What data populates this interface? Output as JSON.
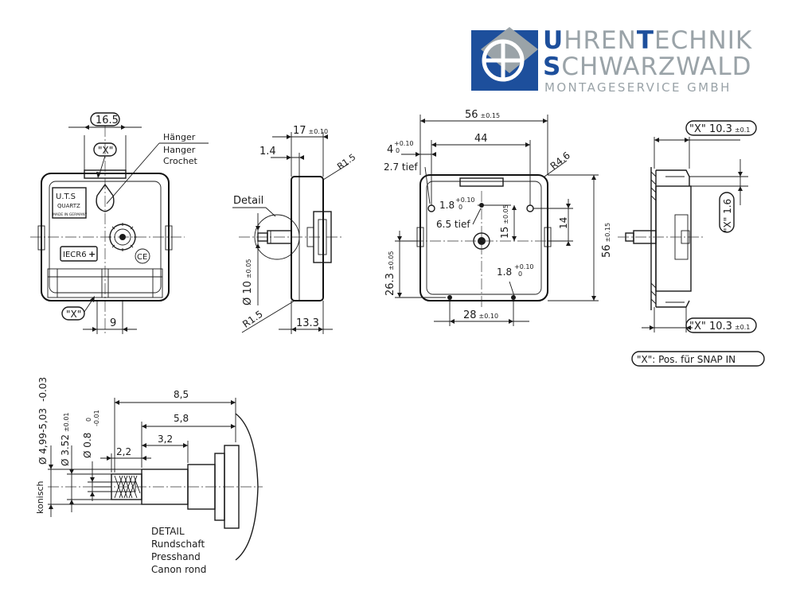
{
  "logo": {
    "line1_initial": "U",
    "line1_rest": "HREN",
    "line1_initial2": "T",
    "line1_rest2": "ECHNIK",
    "line2_initial": "S",
    "line2_rest": "CHWARZWALD",
    "line3": "MONTAGESERVICE GMBH",
    "colors": {
      "blue": "#1d4f9c",
      "grey": "#9aa3a8",
      "dark": "#1a1a1a"
    }
  },
  "front_view": {
    "dim_top": "16.5",
    "x_top": "\"X\"",
    "hanger_labels": [
      "Hänger",
      "Hanger",
      "Crochet"
    ],
    "brand": "U.T.S",
    "quartz": "QUARTZ",
    "made_in": "MADE IN GERMANY",
    "battery": "IECR6",
    "battery_plus": "+",
    "ce": "CE",
    "x_bottom": "\"X\"",
    "dim_bottom": "9"
  },
  "side_view": {
    "dim_top": "17",
    "dim_top_tol": "±0.10",
    "dim_14": "1.4",
    "r_top": "R1.5",
    "detail": "Detail",
    "dia": "Ø 10",
    "dia_tol": "±0.05",
    "r_bottom": "R1.5",
    "dim_bottom": "13.3"
  },
  "rear_view": {
    "width": "56",
    "width_tol": "±0.15",
    "dim_4": "4",
    "dim_4_tol_up": "+0.10",
    "dim_4_tol_low": "0",
    "dim_44": "44",
    "radius": "R4.6",
    "tief_27": "2.7 tief",
    "dim_18a": "1.8",
    "dim_18a_up": "+0.10",
    "dim_18a_low": "0",
    "tief_65": "6.5 tief",
    "dim_15": "15",
    "dim_15_tol": "±0.05",
    "dim_14": "14",
    "height": "56",
    "height_tol": "±0.15",
    "dim_263": "26.3",
    "dim_263_tol": "±0.05",
    "dim_18b": "1.8",
    "dim_18b_up": "+0.10",
    "dim_18b_low": "0",
    "dim_28": "28",
    "dim_28_tol": "±0.10"
  },
  "section_view": {
    "x_top": "\"X\" 10.3",
    "x_top_tol": "±0.1",
    "x_side": "\"X\" 1.6",
    "x_bottom": "\"X\" 10.3",
    "x_bottom_tol": "±0.1",
    "note": "\"X\": Pos. für SNAP IN"
  },
  "detail_view": {
    "dia_a": "Ø 4,99-5,03",
    "dia_a_tol": "-0.03",
    "dia_b": "Ø 3.52",
    "dia_b_tol": "±0.01",
    "dia_c": "Ø 0.8",
    "dia_c_tol_up": "0",
    "dia_c_tol_low": "-0.01",
    "konisch": "konisch",
    "dim_85": "8,5",
    "dim_58": "5,8",
    "dim_32": "3,2",
    "dim_22": "2,2",
    "caption": [
      "DETAIL",
      "Rundschaft",
      "Presshand",
      "Canon rond"
    ]
  }
}
